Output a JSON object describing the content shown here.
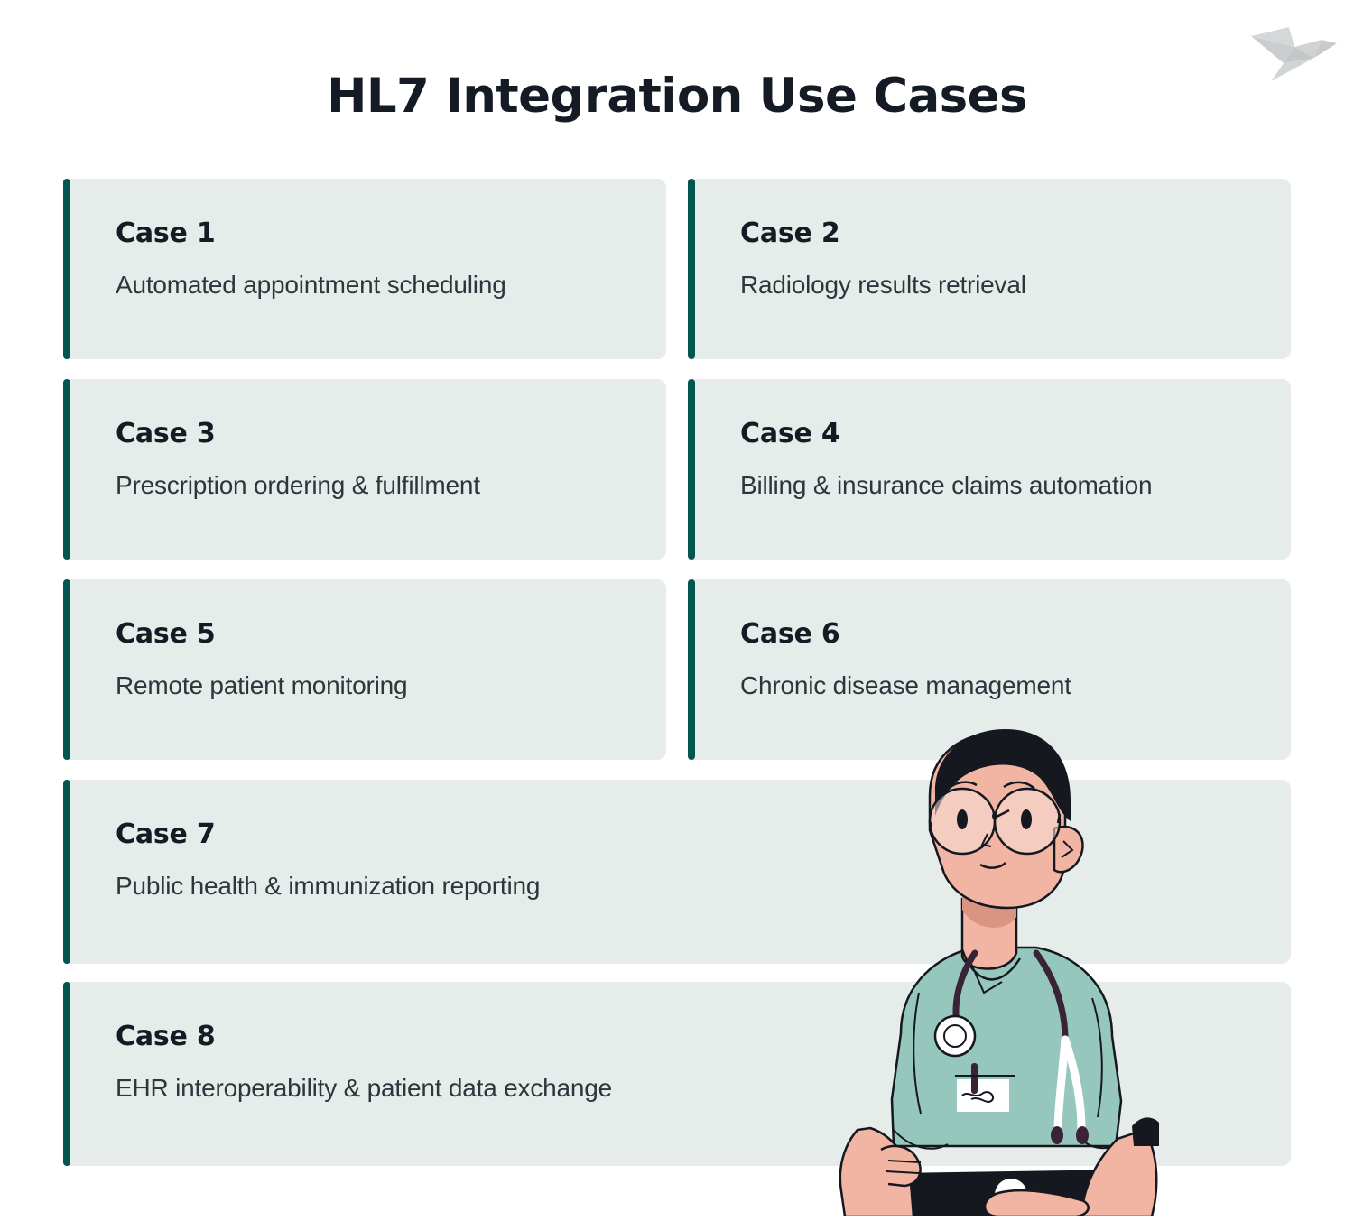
{
  "brand": {
    "logo_icon": "origami-bird-icon",
    "logo_color": "#c9cccd"
  },
  "header": {
    "title": "HL7 Integration Use Cases"
  },
  "colors": {
    "accent_bar": "#03564f",
    "card_background": "#e5ecea",
    "page_background": "#ffffff",
    "heading_text": "#141b24",
    "body_text": "#2e353c",
    "scrubs": "#96c7bd",
    "skin": "#f2b5a3",
    "hair": "#15181f",
    "laptop": "#15181f"
  },
  "cards": [
    {
      "title": "Case 1",
      "description": "Automated appointment scheduling"
    },
    {
      "title": "Case 2",
      "description": "Radiology results retrieval"
    },
    {
      "title": "Case 3",
      "description": "Prescription ordering & fulfillment"
    },
    {
      "title": "Case 4",
      "description": "Billing & insurance claims automation"
    },
    {
      "title": "Case 5",
      "description": "Remote patient monitoring"
    },
    {
      "title": "Case 6",
      "description": "Chronic disease management"
    },
    {
      "title": "Case 7",
      "description": "Public health & immunization reporting"
    },
    {
      "title": "Case 8",
      "description": "EHR interoperability & patient data exchange"
    }
  ],
  "illustration": {
    "name": "doctor-with-laptop-illustration",
    "details": [
      "round-glasses",
      "stethoscope",
      "name-badge",
      "pen",
      "laptop"
    ]
  }
}
